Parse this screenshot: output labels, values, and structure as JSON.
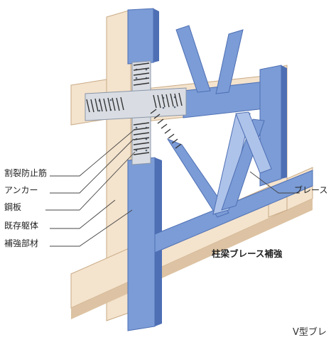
{
  "labels": {
    "crack_prevention": "割裂防止筋",
    "anchor": "アンカー",
    "steel_plate": "鋼板",
    "existing_frame": "既存躯体",
    "reinforcement": "補強部材",
    "brace": "ブレース",
    "column_beam_brace": "柱梁ブレース補強",
    "caption": "V型ブレ"
  },
  "colors": {
    "concrete_light": "#f4e3cd",
    "concrete_shade": "#ddc3a3",
    "steel_blue": "#7b9cd6",
    "steel_blue_dark": "#4e6fb4",
    "steel_blue_light": "#aec3ea",
    "plate_gray": "#d9dde3",
    "leader_line": "#444444"
  }
}
